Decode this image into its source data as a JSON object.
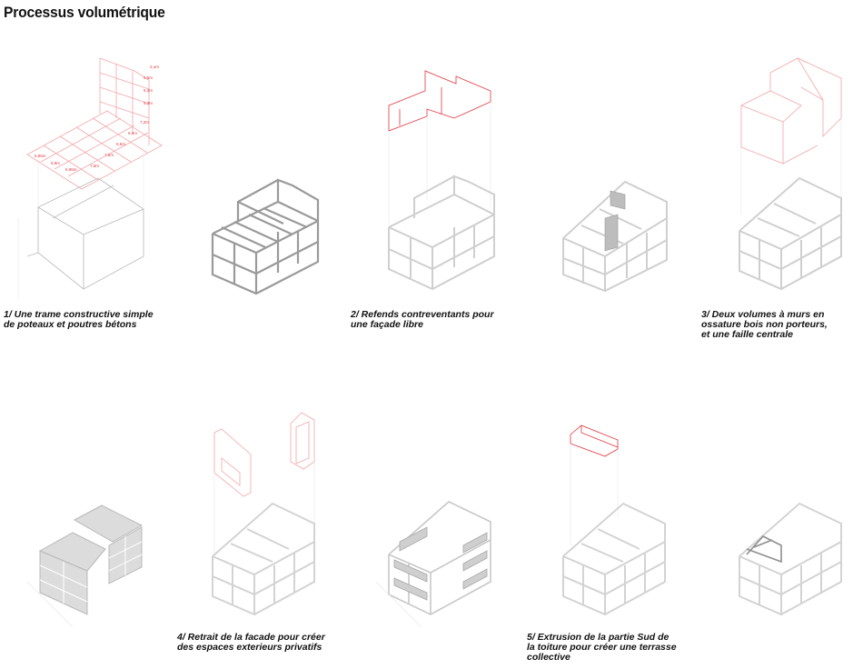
{
  "title": "Processus volumétrique",
  "captions": {
    "step1": "1/ Une trame constructive simple\nde poteaux et poutres bétons",
    "step2": "2/ Refends contreventants pour\nune façade libre",
    "step3": "3/ Deux volumes à murs en\nossature bois non porteurs,\net une faille centrale",
    "step4": "4/ Retrait de la facade pour créer\ndes espaces exterieurs privatifs",
    "step5": "5/ Extrusion de la partie Sud de\nla toiture pour créer une terrasse\ncollective"
  },
  "dimensions": {
    "vertical": [
      "2,om",
      "5,5m",
      "5,3m",
      "5,3m"
    ],
    "depth": [
      "7,2m",
      "6,9m",
      "5,5m",
      "7,5m"
    ],
    "width": [
      "5,95m",
      "5,9m",
      "5,95m",
      "7,5m"
    ]
  },
  "colors": {
    "structure": "#bdbdbd",
    "structure_dark": "#9a9a9a",
    "ghost": "#e3e3e3",
    "red": "#e2363f",
    "red_light": "#f3a6aa",
    "fill": "#dcdcdc",
    "text": "#111111"
  }
}
